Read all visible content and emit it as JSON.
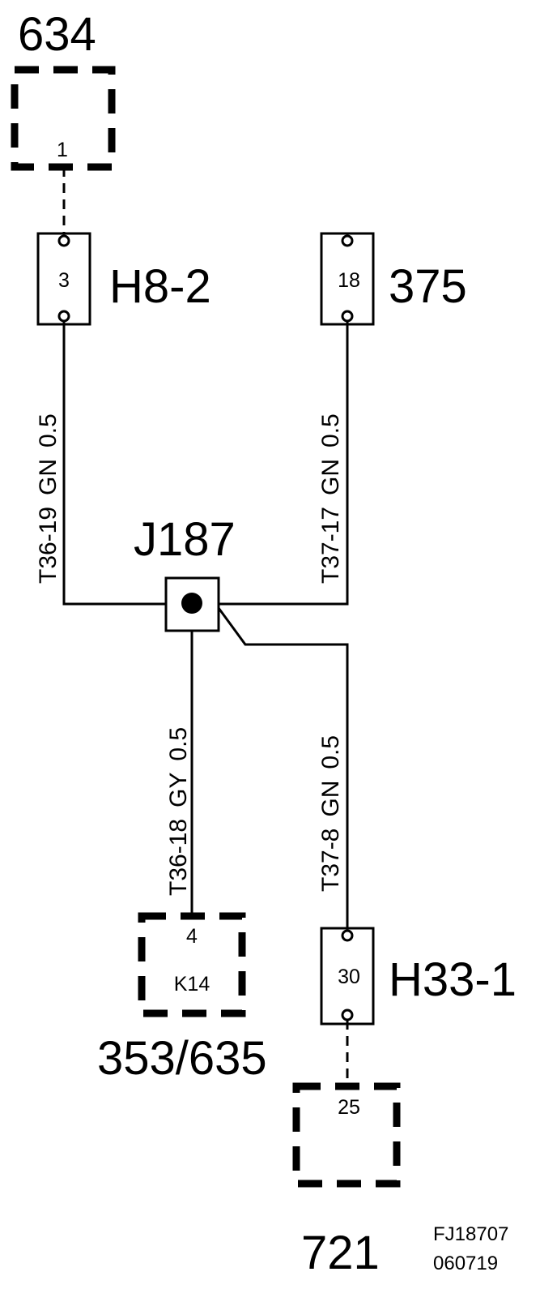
{
  "components": {
    "c634": {
      "label": "634",
      "pin": "1"
    },
    "h82": {
      "label": "H8-2",
      "pin": "3"
    },
    "c375": {
      "label": "375",
      "pin": "18"
    },
    "j187": {
      "label": "J187"
    },
    "k14": {
      "label": "353/635",
      "pin": "4",
      "name": "K14"
    },
    "h331": {
      "label": "H33-1",
      "pin": "30"
    },
    "c721": {
      "label": "721",
      "pin": "25"
    }
  },
  "wires": [
    {
      "id": "T36-19",
      "color": "GN",
      "size": "0.5"
    },
    {
      "id": "T37-17",
      "color": "GN",
      "size": "0.5"
    },
    {
      "id": "T36-18",
      "color": "GY",
      "size": "0.5"
    },
    {
      "id": "T37-8",
      "color": "GN",
      "size": "0.5"
    }
  ],
  "footer": {
    "code": "FJ18707",
    "date": "060719"
  }
}
